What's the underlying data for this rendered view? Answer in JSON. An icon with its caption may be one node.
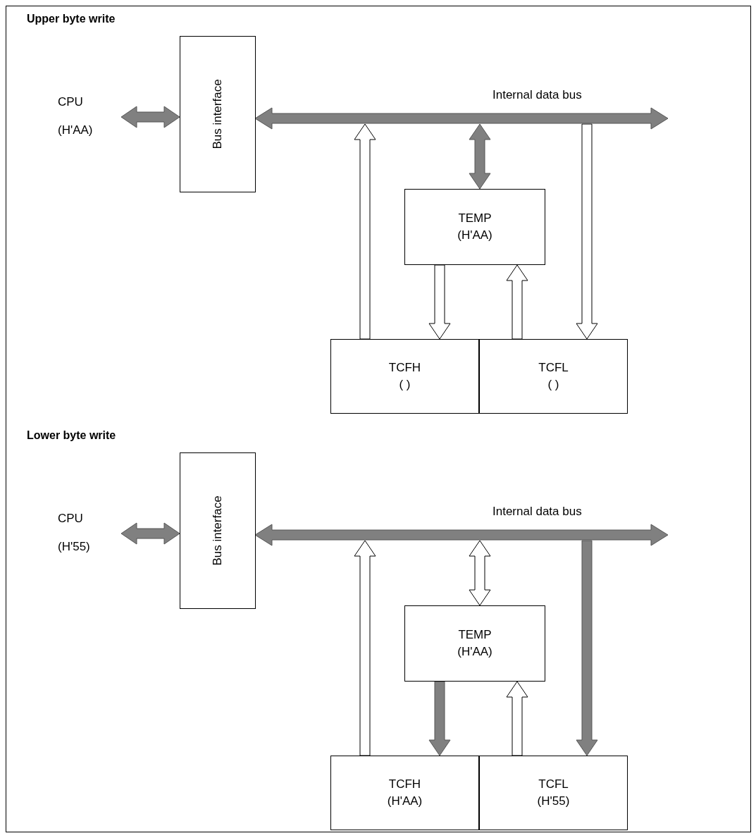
{
  "diagram": {
    "nodes": [
      {
        "text": [
          "CPU",
          "(H'AA)"
        ]
      },
      {
        "text": [
          "Bus interface"
        ]
      },
      {
        "text": [
          "Internal data bus"
        ]
      },
      {
        "text": [
          "TEMP",
          "(H'AA)"
        ]
      },
      {
        "text": [
          "TCFH",
          "( )"
        ]
      },
      {
        "text": [
          "TCFL",
          "( )"
        ]
      },
      {
        "text": [
          "CPU",
          "(H'55)"
        ]
      },
      {
        "text": [
          "Bus interface"
        ]
      },
      {
        "text": [
          "Internal data bus"
        ]
      },
      {
        "text": [
          "TEMP",
          "(H'AA)"
        ]
      },
      {
        "text": [
          "TCFH",
          "(H'AA)"
        ]
      },
      {
        "text": [
          "TCFL",
          "(H'55)"
        ]
      }
    ],
    "edges": [
      {
        "from": 0,
        "to": 1,
        "arrow": "both",
        "color": "#808080"
      },
      {
        "from": 4,
        "to": 2,
        "arrow": "to"
      },
      {
        "from": 2,
        "to": 3,
        "arrow": "both",
        "color": "#808080"
      },
      {
        "from": 2,
        "to": 5,
        "arrow": "to"
      },
      {
        "from": 3,
        "to": 4,
        "arrow": "to"
      },
      {
        "from": 5,
        "to": 3,
        "arrow": "to"
      },
      {
        "from": 6,
        "to": 7,
        "arrow": "both",
        "color": "#808080"
      },
      {
        "from": 10,
        "to": 8,
        "arrow": "to"
      },
      {
        "from": 8,
        "to": 9,
        "arrow": "both"
      },
      {
        "from": 8,
        "to": 11,
        "arrow": "to",
        "color": "#808080"
      },
      {
        "from": 9,
        "to": 10,
        "arrow": "to",
        "color": "#808080"
      },
      {
        "from": 11,
        "to": 9,
        "arrow": "to"
      }
    ],
    "labels": [
      "Upper byte write",
      "Lower byte write"
    ]
  }
}
